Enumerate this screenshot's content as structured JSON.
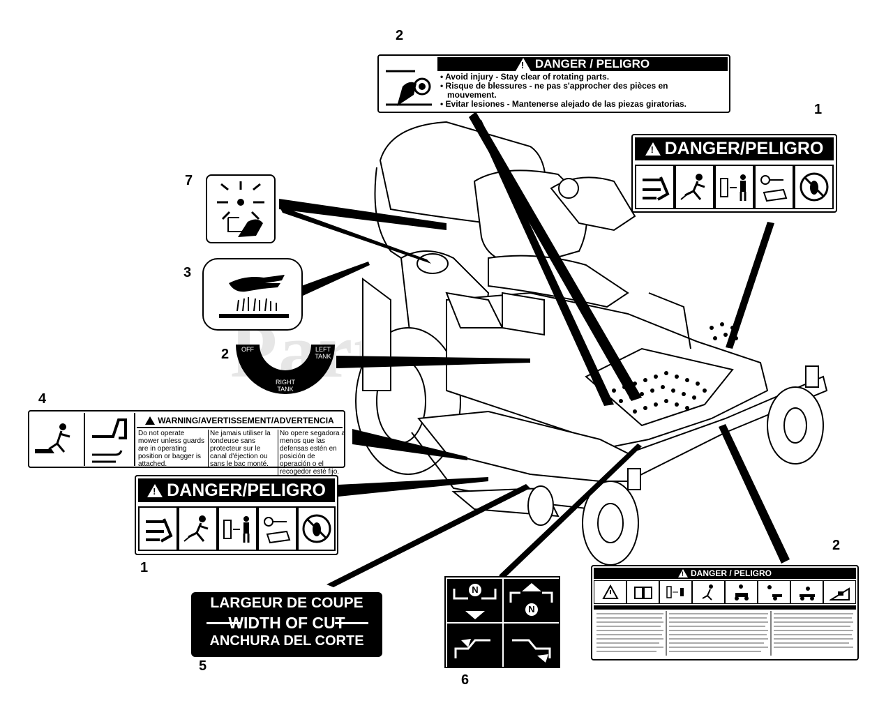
{
  "watermark": "PartsTree",
  "callouts": {
    "n1_top": "1",
    "n1_bottom": "1",
    "n2_top": "2",
    "n2_fuel": "2",
    "n2_right": "2",
    "n3": "3",
    "n4": "4",
    "n5": "5",
    "n6": "6",
    "n7": "7"
  },
  "decal2_top": {
    "header": "DANGER / PELIGRO",
    "lines": [
      "• Avoid injury - Stay clear of rotating parts.",
      "• Risque de blessures - ne pas s'approcher des pièces en",
      "   mouvement.",
      "• Evitar lesiones - Mantenerse alejado de las piezas giratorias."
    ]
  },
  "decal1_top": {
    "header": "DANGER/PELIGRO",
    "icons": [
      "mower-slip-icon",
      "thrown-object-icon",
      "bystander-distance-icon",
      "key-manual-icon",
      "no-hand-icon"
    ]
  },
  "decal1_bottom": {
    "header": "DANGER/PELIGRO",
    "icons": [
      "mower-slip-icon",
      "thrown-object-icon",
      "bystander-distance-icon",
      "key-manual-icon",
      "no-hand-icon"
    ]
  },
  "decal_fuel": {
    "off": "OFF",
    "left": "LEFT TANK",
    "right": "RIGHT TANK"
  },
  "decal4": {
    "header": "WARNING/AVERTISSEMENT/ADVERTENCIA",
    "col1": "Do not operate mower unless guards are in operating position or bagger is attached.",
    "col2": "Ne jamais utiliser la tondeuse sans protecteur sur le canal d'éjection ou sans le bac monté.",
    "col3": "No opere segadora a menos que las defensas estén en posición de operación o el recogedor esté fijo."
  },
  "decal5": {
    "line1": "LARGEUR DE COUPE",
    "line2": "WIDTH OF CUT",
    "line3": "ANCHURA DEL CORTE"
  },
  "decal6": {
    "neutral": "N"
  },
  "decal2_right": {
    "header": "DANGER / PELIGRO"
  }
}
